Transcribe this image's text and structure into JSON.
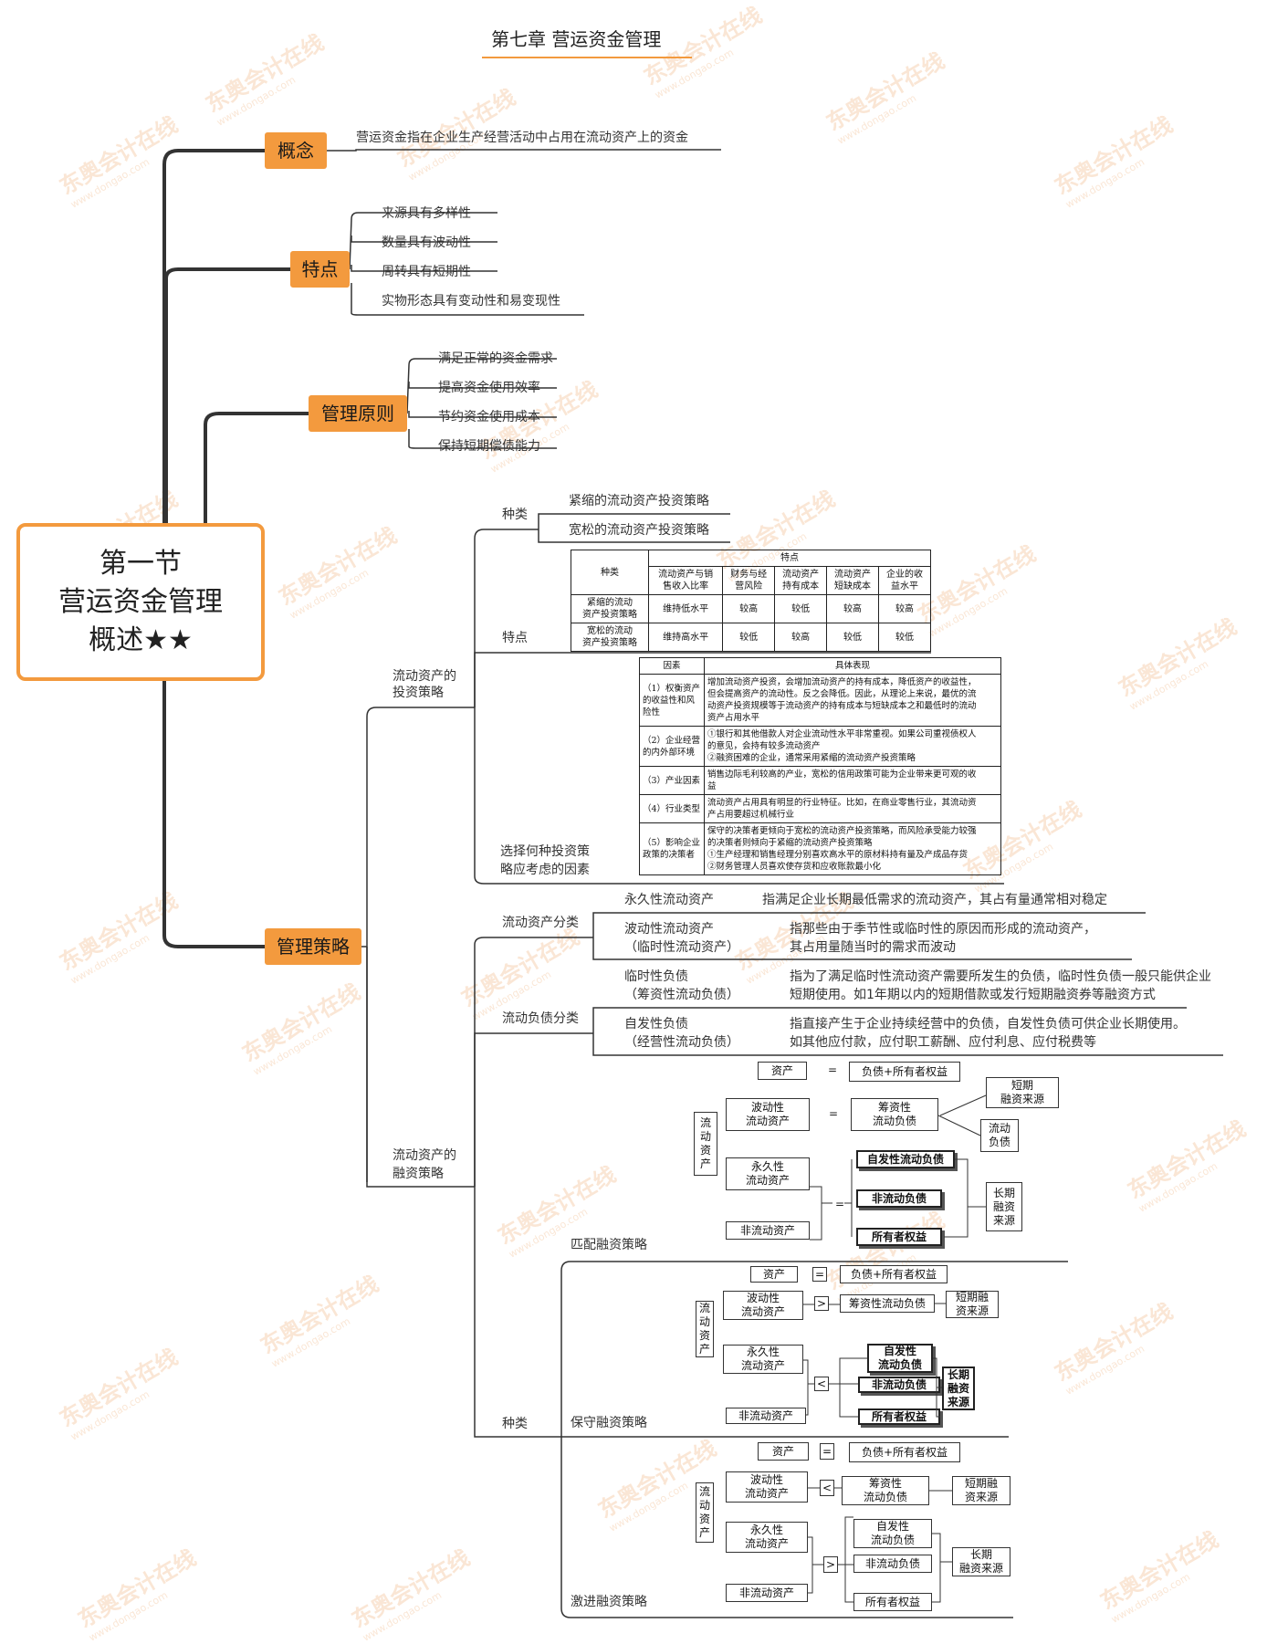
{
  "title": "第七章  营运资金管理",
  "root": {
    "line1": "第一节",
    "line2": "营运资金管理",
    "line3": "概述★★"
  },
  "concept": {
    "label": "概念",
    "text": "营运资金指在企业生产经营活动中占用在流动资产上的资金"
  },
  "features": {
    "label": "特点",
    "items": [
      "来源具有多样性",
      "数量具有波动性",
      "周转具有短期性",
      "实物形态具有变动性和易变现性"
    ]
  },
  "principles": {
    "label": "管理原则",
    "items": [
      "满足正常的资金需求",
      "提高资金使用效率",
      "节约资金使用成本",
      "保持短期偿债能力"
    ]
  },
  "strategy": {
    "label": "管理策略",
    "investment": {
      "label": [
        "流动资产的",
        "投资策略"
      ],
      "types_label": "种类",
      "types": [
        "紧缩的流动资产投资策略",
        "宽松的流动资产投资策略"
      ],
      "features_label": "特点",
      "table": {
        "col0": "种类",
        "group": "特点",
        "cols": [
          "流动资产与销\n售收入比率",
          "财务与经\n营风险",
          "流动资产\n持有成本",
          "流动资产\n短缺成本",
          "企业的收\n益水平"
        ],
        "rows": [
          {
            "name": "紧缩的流动\n资产投资策略",
            "vals": [
              "维持低水平",
              "较高",
              "较低",
              "较高",
              "较高"
            ]
          },
          {
            "name": "宽松的流动\n资产投资策略",
            "vals": [
              "维持高水平",
              "较低",
              "较高",
              "较低",
              "较低"
            ]
          }
        ]
      },
      "factors_label": [
        "选择何种投资策",
        "略应考虑的因素"
      ],
      "factors_table": {
        "h1": "因素",
        "h2": "具体表现",
        "rows": [
          {
            "f": "（1）权衡资产\n的收益性和风\n险性",
            "d": "增加流动资产投资，会增加流动资产的持有成本，降低资产的收益性，\n但会提高资产的流动性。反之会降低。因此，从理论上来说，最优的流\n动资产投资规模等于流动资产的持有成本与短缺成本之和最低时的流动\n资产占用水平"
          },
          {
            "f": "（2）企业经营\n的内外部环境",
            "d": "①银行和其他借款人对企业流动性水平非常重视。如果公司重视债权人\n的意见，会持有较多流动资产\n②融资困难的企业，通常采用紧缩的流动资产投资策略"
          },
          {
            "f": "（3）产业因素",
            "d": "销售边际毛利较高的产业，宽松的信用政策可能为企业带来更可观的收\n益"
          },
          {
            "f": "（4）行业类型",
            "d": "流动资产占用具有明显的行业特征。比如，在商业零售行业，其流动资\n产占用要超过机械行业"
          },
          {
            "f": "（5）影响企业\n政策的决策者",
            "d": "保守的决策者更倾向于宽松的流动资产投资策略，而风险承受能力较强\n的决策者则倾向于紧缩的流动资产投资策略\n①生产经理和销售经理分别喜欢高水平的原材料持有量及产成品存货\n②财务管理人员喜欢使存货和应收账款最小化"
          }
        ]
      }
    },
    "financing": {
      "label": [
        "流动资产的",
        "融资策略"
      ],
      "asset_class_label": "流动资产分类",
      "asset_classes": [
        {
          "name": [
            "永久性流动资产"
          ],
          "desc": [
            "指满足企业长期最低需求的流动资产，其占有量通常相对稳定"
          ]
        },
        {
          "name": [
            "波动性流动资产",
            "（临时性流动资产）"
          ],
          "desc": [
            "指那些由于季节性或临时性的原因而形成的流动资产，",
            "其占用量随当时的需求而波动"
          ]
        }
      ],
      "liab_class_label": "流动负债分类",
      "liab_classes": [
        {
          "name": [
            "临时性负债",
            "（筹资性流动负债）"
          ],
          "desc": [
            "指为了满足临时性流动资产需要所发生的负债，临时性负债一般只能供企业",
            "短期使用。如1年期以内的短期借款或发行短期融资券等融资方式"
          ]
        },
        {
          "name": [
            "自发性负债",
            "（经营性流动负债）"
          ],
          "desc": [
            "指直接产生于企业持续经营中的负债，自发性负债可供企业长期使用。",
            "如其他应付款，应付职工薪酬、应付利息、应付税费等"
          ]
        }
      ],
      "types_label": "种类",
      "match": {
        "label": "匹配融资策略",
        "assets": "资产",
        "eq": "=",
        "liab_equity": "负债+所有者权益",
        "current_assets": "流\n动\n资\n产",
        "fluct": "波动性\n流动资产",
        "perm": "永久性\n流动资产",
        "noncur": "非流动资产",
        "fin_liab": "筹资性\n流动负债",
        "spont": "自发性流动负债",
        "noncur_liab": "非流动负债",
        "equity": "所有者权益",
        "short_src": "短期\n融资来源",
        "cur_liab": "流动\n负债",
        "long_src": "长期\n融资\n来源",
        "rel1": "=",
        "rel2": "="
      },
      "conservative": {
        "label": "保守融资策略",
        "assets": "资产",
        "eq": "=",
        "liab_equity": "负债+所有者权益",
        "current_assets": "流\n动\n资\n产",
        "fluct": "波动性\n流动资产",
        "perm": "永久性\n流动资产",
        "noncur": "非流动资产",
        "fin_liab": "筹资性流动负债",
        "spont": "自发性\n流动负债",
        "noncur_liab": "非流动负债",
        "equity": "所有者权益",
        "short_src": "短期融\n资来源",
        "long_src": "长期\n融资\n来源",
        "rel1": ">",
        "rel2": "<"
      },
      "aggressive": {
        "label": "激进融资策略",
        "assets": "资产",
        "eq": "=",
        "liab_equity": "负债+所有者权益",
        "current_assets": "流\n动\n资\n产",
        "fluct": "波动性\n流动资产",
        "perm": "永久性\n流动资产",
        "noncur": "非流动资产",
        "fin_liab": "筹资性\n流动负债",
        "spont": "自发性\n流动负债",
        "noncur_liab": "非流动负债",
        "equity": "所有者权益",
        "short_src": "短期融\n资来源",
        "long_src": "长期\n融资来源",
        "rel1": "<",
        "rel2": ">"
      }
    }
  },
  "watermark": {
    "text": "东奥会计在线",
    "url": "www.dongao.com"
  }
}
